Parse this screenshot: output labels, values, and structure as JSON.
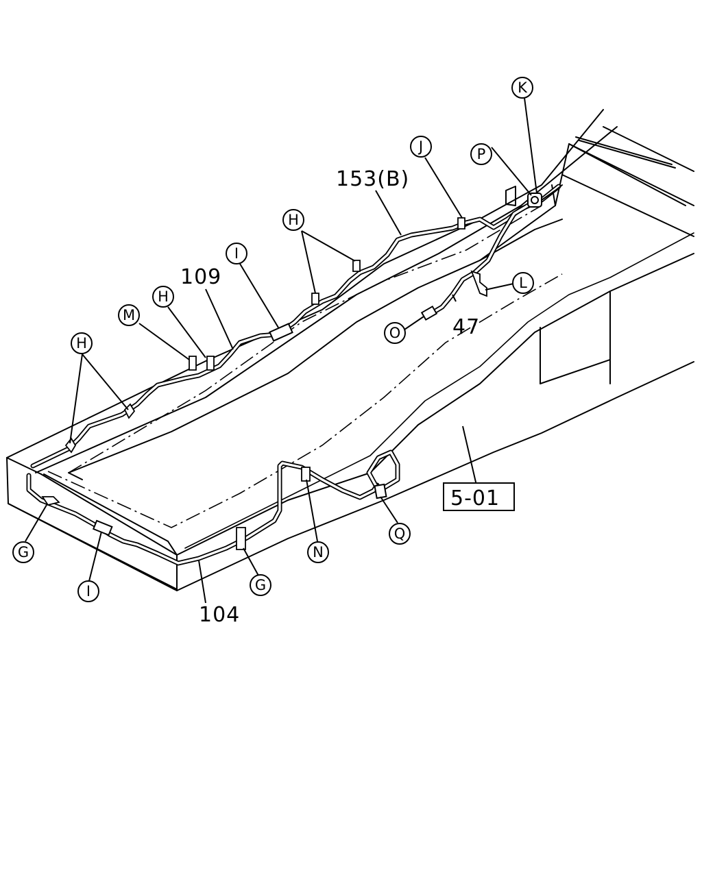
{
  "part_numbers": {
    "p153": "153(B)",
    "p109": "109",
    "p47": "47",
    "p104": "104"
  },
  "reference_box": "5-01",
  "callouts": {
    "k": "K",
    "p": "P",
    "j": "J",
    "h_top": "H",
    "i_top": "I",
    "h_mid": "H",
    "m": "M",
    "h_left": "H",
    "l": "L",
    "o": "O",
    "g_left": "G",
    "i_bottom": "I",
    "g_bottom": "G",
    "n": "N",
    "q": "Q"
  }
}
